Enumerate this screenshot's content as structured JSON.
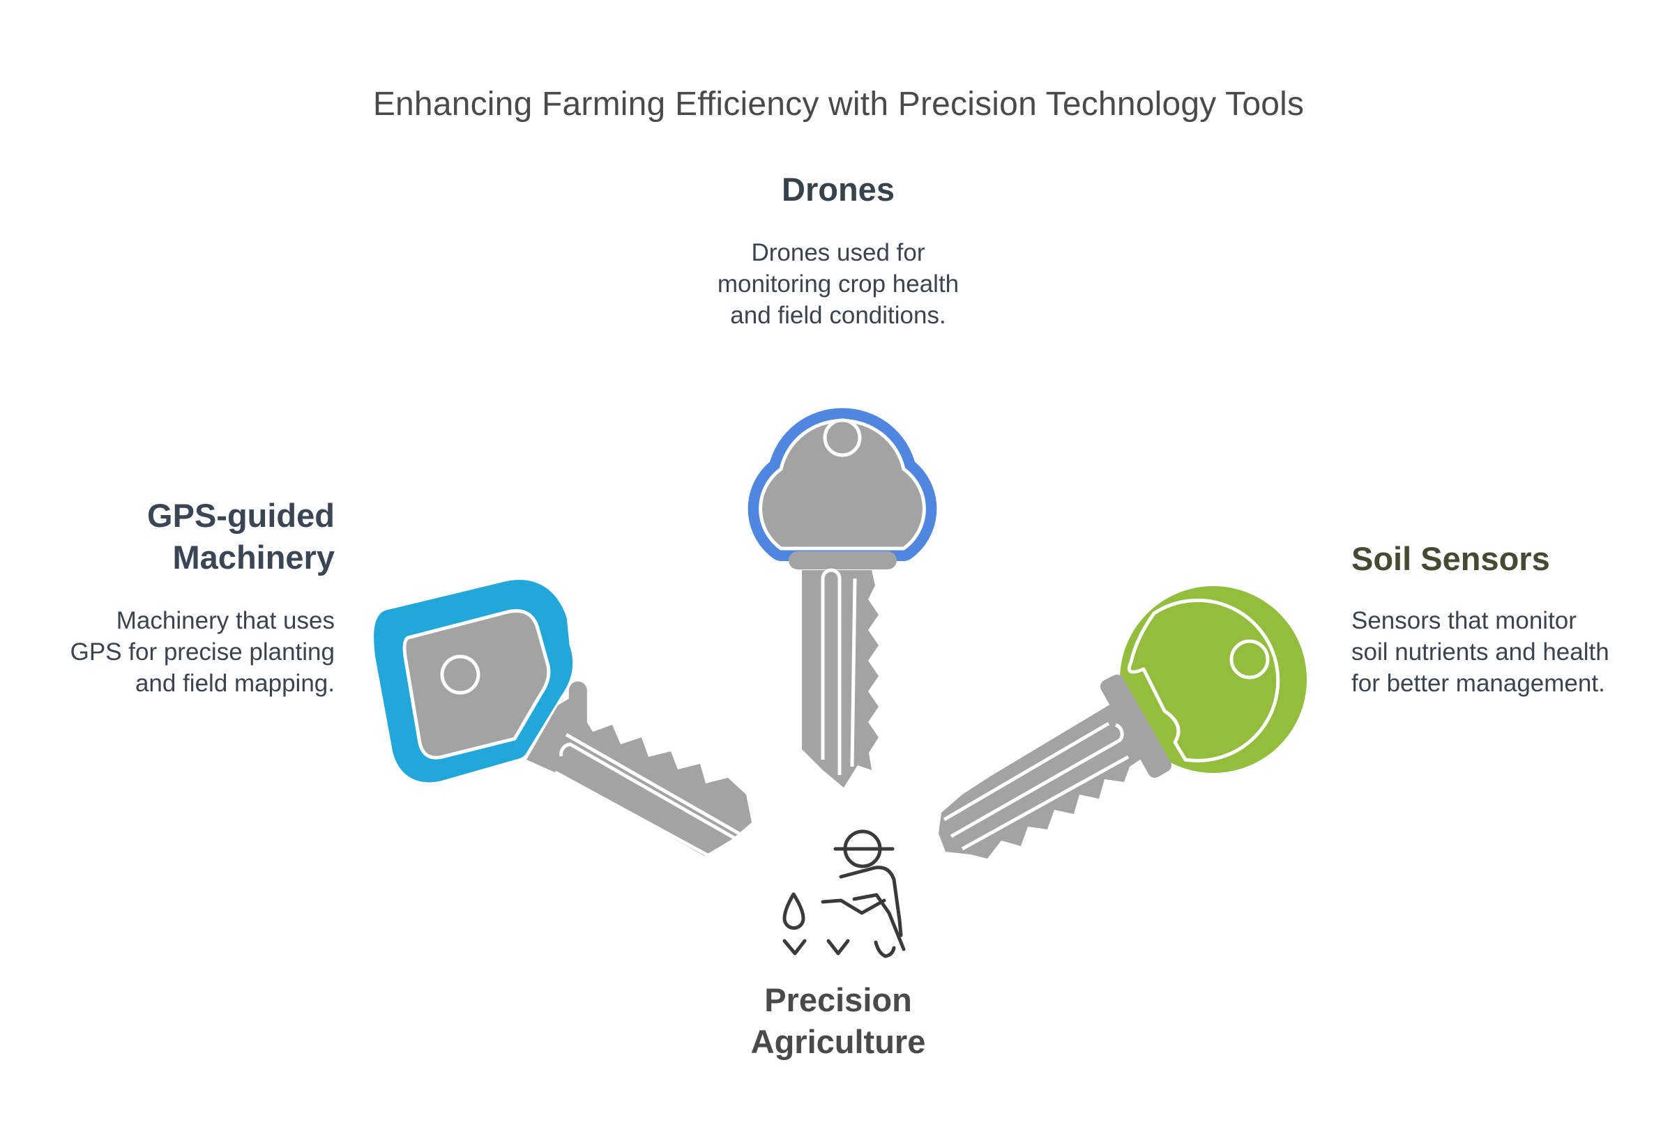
{
  "title": "Enhancing Farming Efficiency with Precision Technology Tools",
  "center": {
    "label_line1": "Precision",
    "label_line2": "Agriculture"
  },
  "items": [
    {
      "title": "Drones",
      "desc": [
        "Drones used for",
        "monitoring crop health",
        "and field conditions."
      ],
      "color": "#4e86e0"
    },
    {
      "title_line1": "GPS-guided",
      "title_line2": "Machinery",
      "desc": [
        "Machinery that uses",
        "GPS for precise planting",
        "and field mapping."
      ],
      "color": "#22a7db"
    },
    {
      "title": "Soil Sensors",
      "desc": [
        "Sensors that monitor",
        "soil nutrients and health",
        "for better management."
      ],
      "color": "#93bd3c"
    }
  ],
  "key_color": "#a3a3a3",
  "icon": "farmer-planting-icon"
}
